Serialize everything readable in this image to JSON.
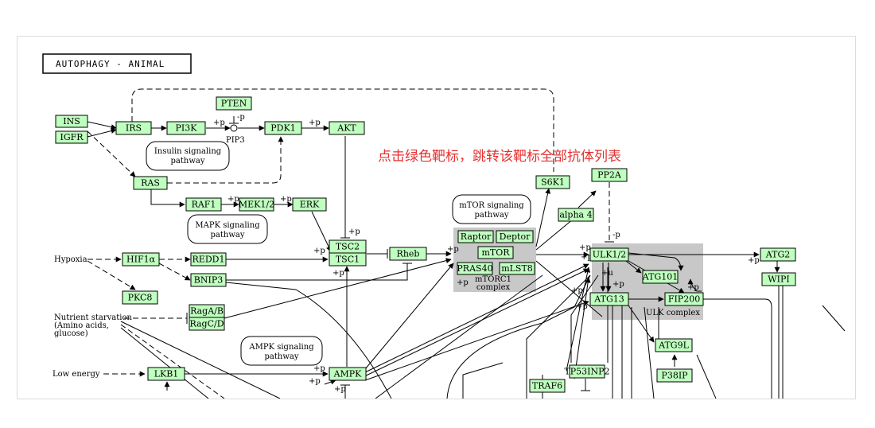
{
  "map_title": "AUTOPHAGY  -  ANIMAL",
  "notice": "点击绿色靶标，跳转该靶标全部抗体列表",
  "colors": {
    "gene_fill": "#bfffbf",
    "complex_fill": "#c8c8c8",
    "notice": "#e53030"
  },
  "genes": {
    "ins": "INS",
    "igfr": "IGFR",
    "irs": "IRS",
    "pi3k": "PI3K",
    "pten": "PTEN",
    "pdk1": "PDK1",
    "akt": "AKT",
    "ras": "RAS",
    "raf1": "RAF1",
    "mek": "MEK1/2",
    "erk": "ERK",
    "tsc2": "TSC2",
    "tsc1": "TSC1",
    "rheb": "Rheb",
    "raptor": "Raptor",
    "deptor": "Deptor",
    "mtor": "mTOR",
    "pras40": "PRAS40",
    "mlst8": "mLST8",
    "s6k1": "S6K1",
    "pp2a": "PP2A",
    "alpha4": "alpha 4",
    "ulk12": "ULK1/2",
    "atg101": "ATG101",
    "atg13": "ATG13",
    "fip200": "FIP200",
    "atg2": "ATG2",
    "wipi": "WIPI",
    "atg9l": "ATG9L",
    "p38ip": "P38IP",
    "hif1a": "HIF1α",
    "redd1": "REDD1",
    "bnip3": "BNIP3",
    "pkc8": "PKC8",
    "ragab": "RagA/B",
    "ragcd": "RagC/D",
    "lkb1": "LKB1",
    "ampk": "AMPK",
    "tp53inp2": "TP53INP2",
    "traf6": "TRAF6"
  },
  "pathways": {
    "insulin": [
      "Insulin signaling",
      "pathway"
    ],
    "mapk": [
      "MAPK signaling",
      "pathway"
    ],
    "mtor": [
      "mTOR signaling",
      "pathway"
    ],
    "ampk": [
      "AMPK signaling",
      "pathway"
    ]
  },
  "complexes": {
    "mtorc1": [
      "mTORC1",
      "complex"
    ],
    "ulk": "ULK complex"
  },
  "labels": {
    "pip3": "PIP3",
    "hypoxia": "Hypoxia",
    "nutrient": [
      "Nutrient starvation",
      "(Amino acids,",
      "glucose)"
    ],
    "low_energy": "Low energy"
  },
  "marks": {
    "phos": "+p",
    "dephos": "-p",
    "ubiq": "+u"
  }
}
